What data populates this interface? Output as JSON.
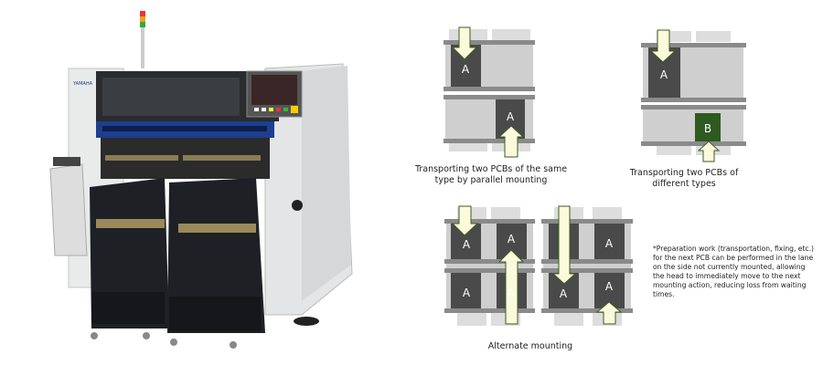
{
  "machine": {
    "logo_text": "YAMAHA",
    "panel_color": "#e9eaea",
    "accent_blue": "#1d3f8f"
  },
  "diagrams": {
    "parallel": {
      "caption_line1": "Transporting two PCBs of the same",
      "caption_line2": "type by parallel mounting",
      "board_labels": [
        "A",
        "A"
      ]
    },
    "different": {
      "caption_line1": "Transporting two PCBs of",
      "caption_line2": "different types",
      "board_labels": [
        "A",
        "B"
      ]
    },
    "alternate": {
      "caption": "Alternate mounting",
      "board_labels": [
        "A",
        "A",
        "A",
        "A",
        "A",
        "A",
        "A"
      ]
    }
  },
  "note": "*Preparation work (transportation, fixing, etc.) for the next PCB can be performed in the lane on the side not currently mounted, allowing the head to immediately move to the next mounting action, reducing loss from waiting times.",
  "colors": {
    "board": "#4a4a4a",
    "board_b": "#2f5a1f",
    "arrow_fill": "#fbfbdc",
    "arrow_stroke": "#3e5a23",
    "rail": "#8a8a8a",
    "lane": "#cfcfcf"
  }
}
